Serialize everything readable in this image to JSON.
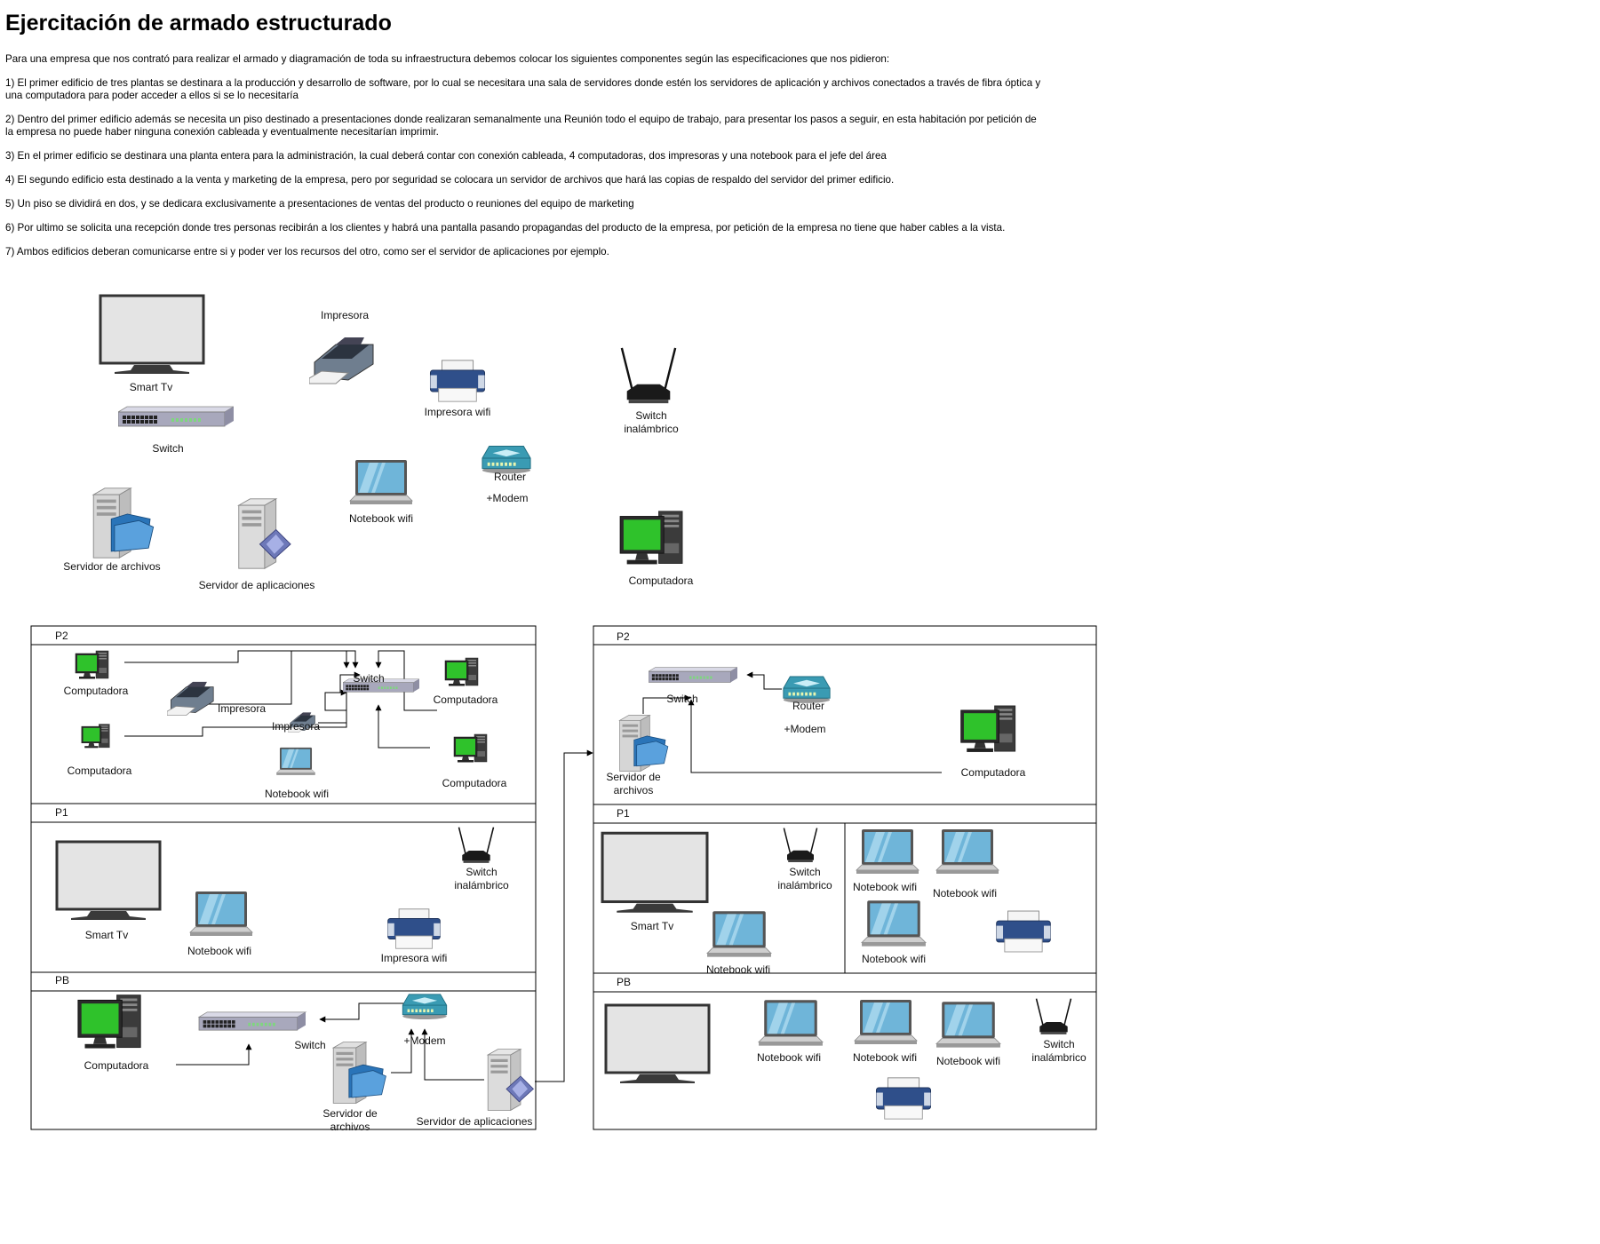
{
  "header": {
    "title": "Ejercitación de armado estructurado",
    "paragraphs": [
      "Para una empresa que  nos contrató para realizar el armado y diagramación de toda su infraestructura debemos colocar los siguientes componentes según las especificaciones que nos pidieron:",
      "1) El primer edificio de tres plantas se destinara a la producción y desarrollo de software, por lo cual se necesitara una sala de servidores donde estén los servidores de aplicación y archivos conectados a través de fibra óptica y una computadora para poder acceder a ellos si se lo necesitaría",
      "2) Dentro del primer edificio además se necesita un piso destinado a presentaciones donde realizaran semanalmente una Reunión todo el equipo de trabajo, para presentar los pasos a seguir, en esta habitación por petición de la empresa no puede haber ninguna conexión cableada y eventualmente necesitarían imprimir.",
      "3) En el primer edificio se destinara una planta entera para la administración, la cual deberá contar con conexión cableada, 4 computadoras, dos impresoras y una notebook para el jefe del área",
      "4) El segundo edificio esta destinado a la venta y marketing de la empresa, pero por seguridad se colocara un servidor de archivos que hará las copias de respaldo del servidor del primer edificio.",
      "5) Un piso se dividirá en dos, y se dedicara exclusivamente a presentaciones de ventas del producto o reuniones del equipo de marketing",
      "6) Por ultimo se solicita una recepción donde tres personas recibirán a los clientes y habrá una pantalla pasando propagandas del producto de la empresa, por petición de la empresa no tiene que haber cables a la vista.",
      "7) Ambos edificios deberan comunicarse entre si y poder ver los recursos del otro, como ser el servidor de aplicaciones por ejemplo."
    ]
  },
  "palette": {
    "smart_tv": "Smart Tv",
    "impresora": "Impresora",
    "impresora_wifi": "Impresora wifi",
    "switch_inal": [
      "Switch",
      "inalámbrico"
    ],
    "switch": "Switch",
    "router": "Router",
    "modem": "+Modem",
    "notebook": "Notebook wifi",
    "srv_archivos": "Servidor de archivos",
    "srv_aplicaciones": "Servidor de aplicaciones",
    "computadora": "Computadora"
  },
  "building1": {
    "p2": {
      "label": "P2",
      "comp1": "Computadora",
      "comp2": "Computadora",
      "comp3": "Computadora",
      "comp4": "Computadora",
      "impresora1": "Impresora",
      "impresora2": "Impresora",
      "switch": "Switch",
      "notebook": "Notebook wifi"
    },
    "p1": {
      "label": "P1",
      "smart_tv": "Smart Tv",
      "notebook": "Notebook wifi",
      "switch_inal": [
        "Switch",
        "inalámbrico"
      ],
      "impresora_wifi": "Impresora wifi"
    },
    "pb": {
      "label": "PB",
      "computadora": "Computadora",
      "switch": "Switch",
      "modem": "+Modem",
      "srv_archivos": [
        "Servidor de",
        "archivos"
      ],
      "srv_aplicaciones": "Servidor de aplicaciones"
    }
  },
  "building2": {
    "p2": {
      "label": "P2",
      "switch": "Switch",
      "router": "Router",
      "modem": "+Modem",
      "srv_archivos": [
        "Servidor de",
        "archivos"
      ],
      "computadora": "Computadora"
    },
    "p1": {
      "label": "P1",
      "smart_tv": "Smart Tv",
      "switch_inal": [
        "Switch",
        "inalámbrico"
      ],
      "notebook_left": "Notebook wifi",
      "notebook_a": "Notebook wifi",
      "notebook_b": "Notebook wifi",
      "notebook_c": "Notebook wifi"
    },
    "pb": {
      "label": "PB",
      "notebook_a": "Notebook wifi",
      "notebook_b": "Notebook wifi",
      "notebook_c": "Notebook wifi",
      "switch_inal": [
        "Switch",
        "inalámbrico"
      ]
    }
  },
  "colors": {
    "monitor_green": "#2fc22b",
    "router_teal": "#3a9bb3",
    "printer_blue": "#2f4f8a",
    "server_folder": "#2a74b8",
    "screen_blue": "#6fb5d9"
  }
}
